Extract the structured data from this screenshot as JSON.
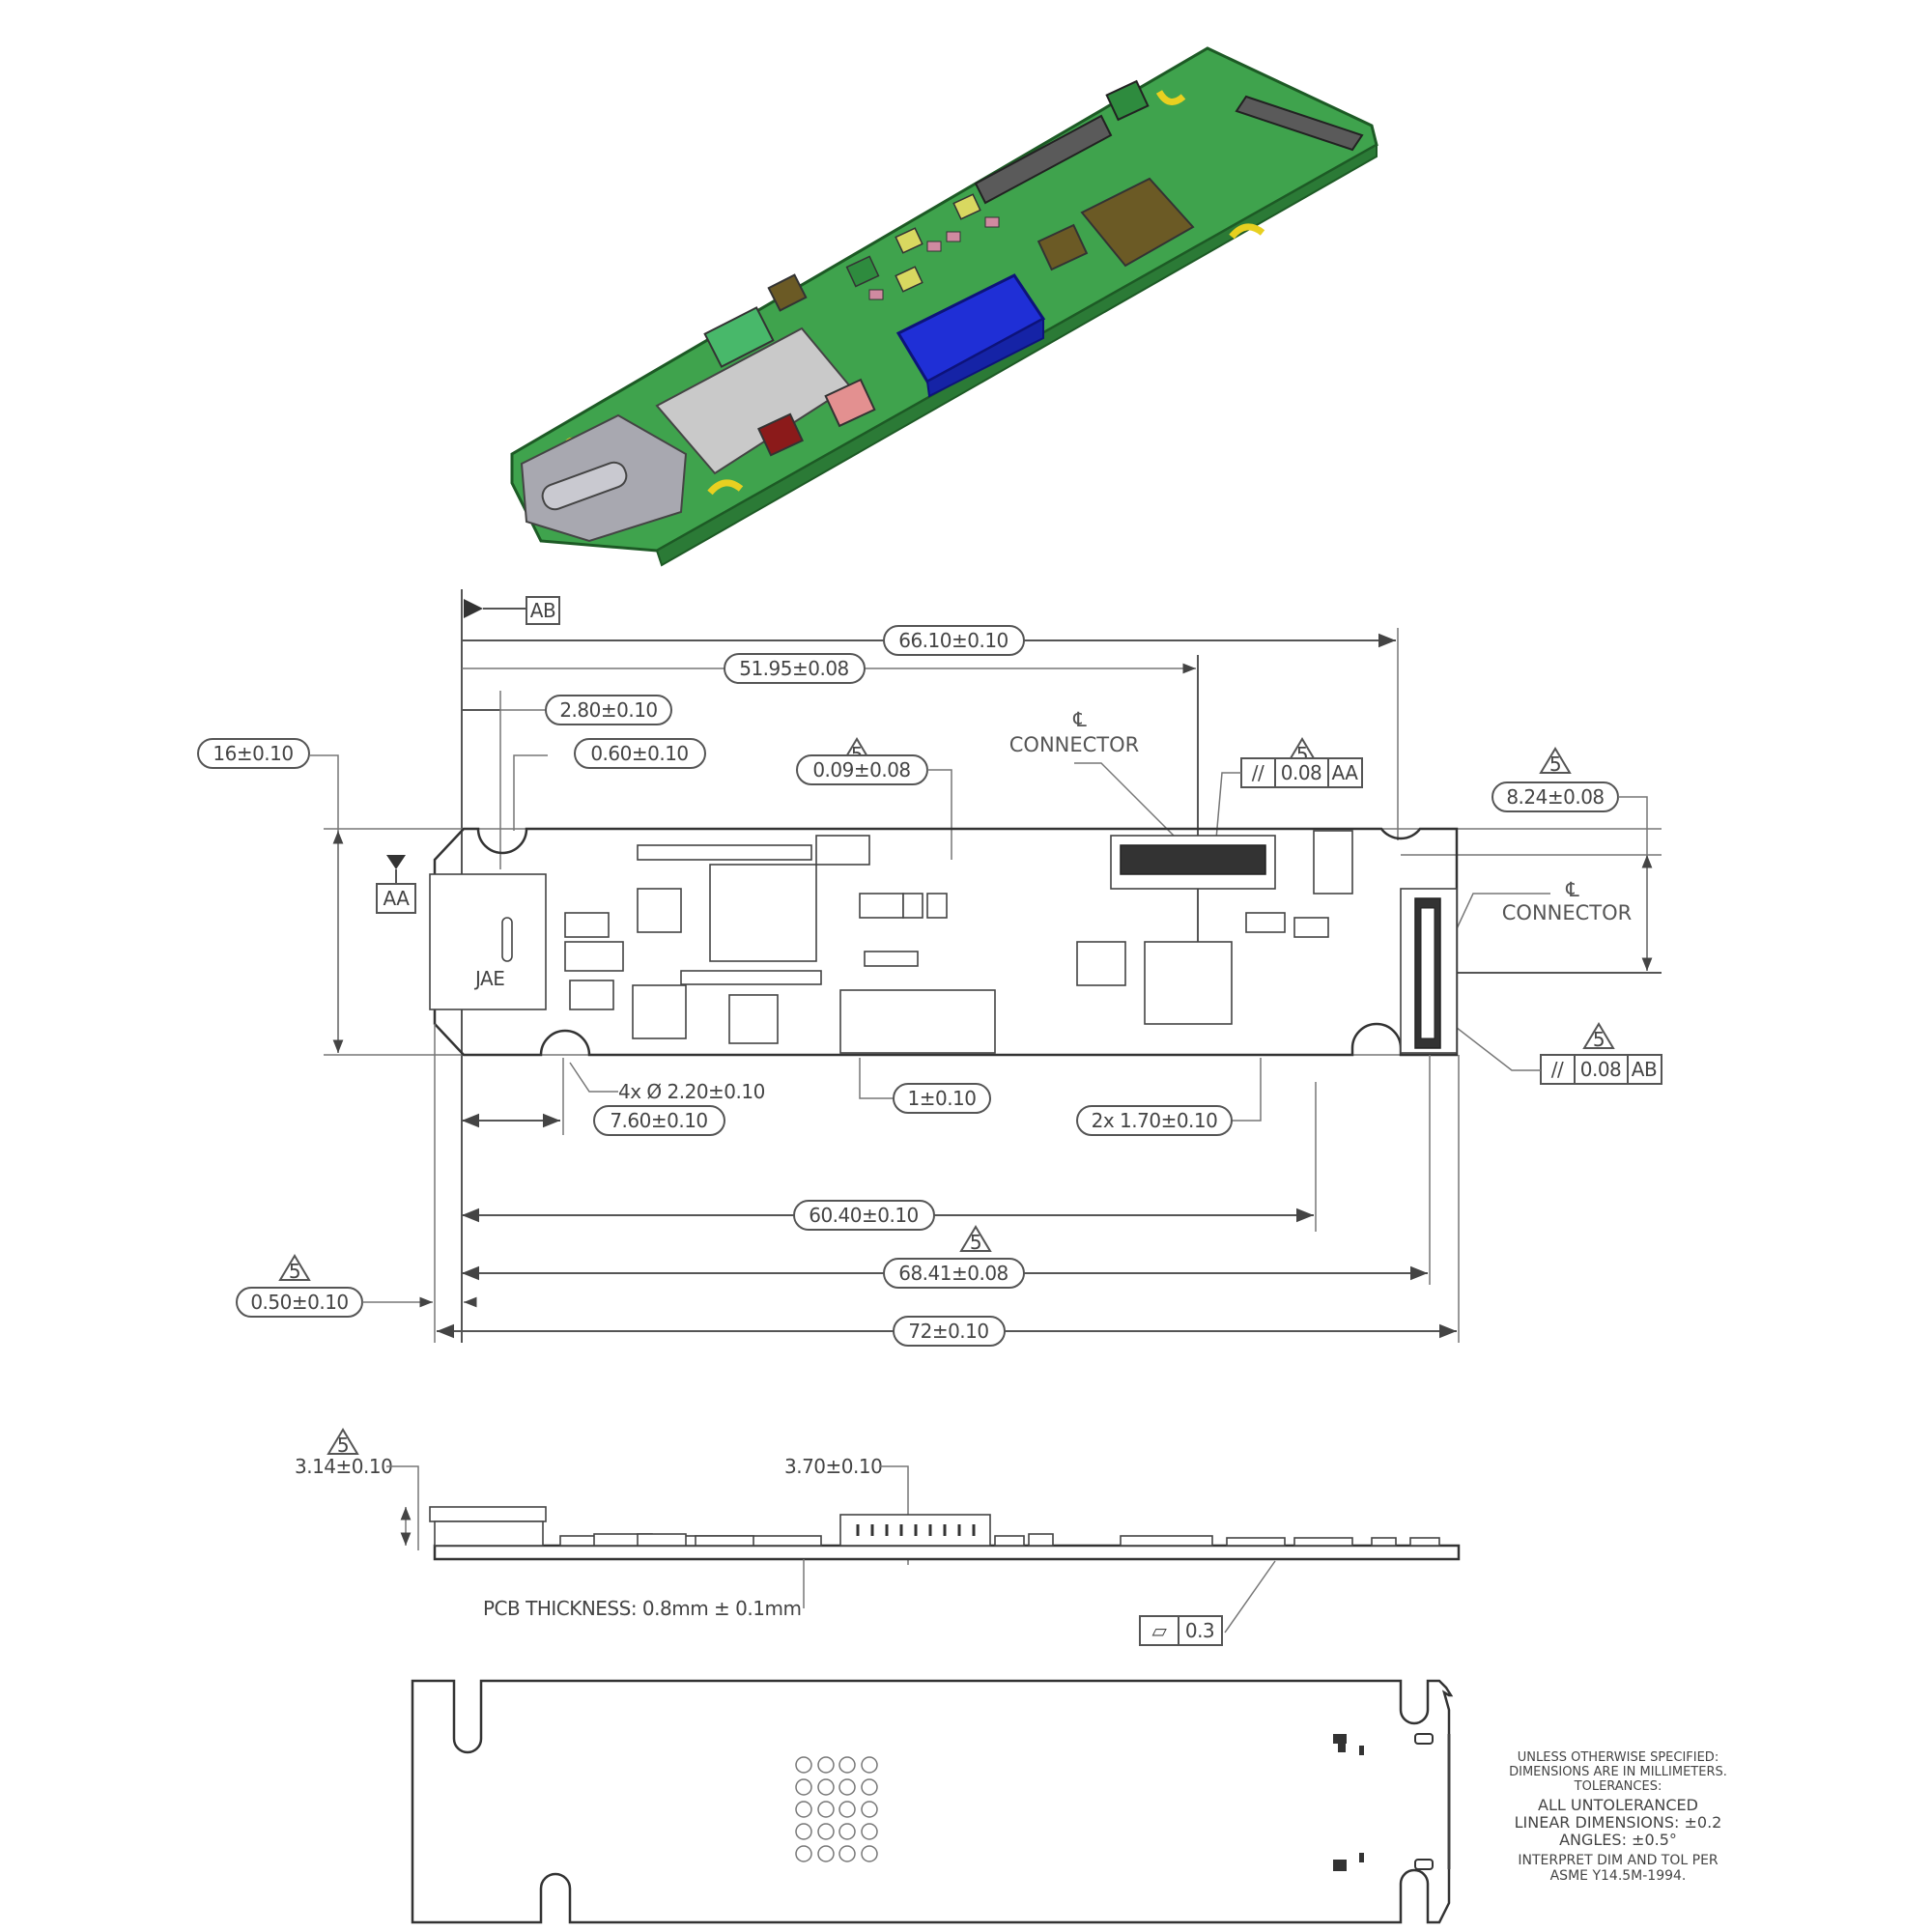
{
  "iso_view": {
    "board_color": "#3fa34d",
    "usb_color": "#a8a8b0",
    "blue_connector_color": "#1f2fd6",
    "module_label_color": "#c9c9c9",
    "mount_slot_color": "#e8d020"
  },
  "top_view": {
    "datums": {
      "ab": "AB",
      "aa": "AA"
    },
    "usb_marking": "JAE",
    "dimensions": {
      "d_66_10": "66.10±0.10",
      "d_51_95": "51.95±0.08",
      "d_2_80": "2.80±0.10",
      "d_0_60": "0.60±0.10",
      "d_16": "16±0.10",
      "d_0_09": "0.09±0.08",
      "d_8_24": "8.24±0.08",
      "d_holes": "4x Ø 2.20±0.10",
      "d_7_60": "7.60±0.10",
      "d_1": "1±0.10",
      "d_2x_1_70": "2x 1.70±0.10",
      "d_60_40": "60.40±0.10",
      "d_68_41": "68.41±0.08",
      "d_0_50": "0.50±0.10",
      "d_72": "72±0.10"
    },
    "note_flag": "5",
    "centerline_symbol": "℄",
    "connector_label_1": "CONNECTOR",
    "connector_label_2": "CONNECTOR",
    "fcf_1": {
      "symbol": "//",
      "tolerance": "0.08",
      "datum": "AA"
    },
    "fcf_2": {
      "symbol": "//",
      "tolerance": "0.08",
      "datum": "AB"
    }
  },
  "side_view": {
    "d_3_14": "3.14±0.10",
    "d_3_70": "3.70±0.10",
    "pcb_thickness": "PCB THICKNESS: 0.8mm ± 0.1mm",
    "flatness_fcf": {
      "symbol": "▱",
      "tolerance": "0.3"
    }
  },
  "notes": {
    "line1": "UNLESS OTHERWISE SPECIFIED:",
    "line2": "DIMENSIONS ARE IN MILLIMETERS.",
    "line3": "TOLERANCES:",
    "line4": "ALL UNTOLERANCED",
    "line5": "LINEAR DIMENSIONS: ±0.2",
    "line6": "ANGLES: ±0.5°",
    "line7": "INTERPRET DIM AND TOL PER",
    "line8": "ASME Y14.5M-1994."
  }
}
